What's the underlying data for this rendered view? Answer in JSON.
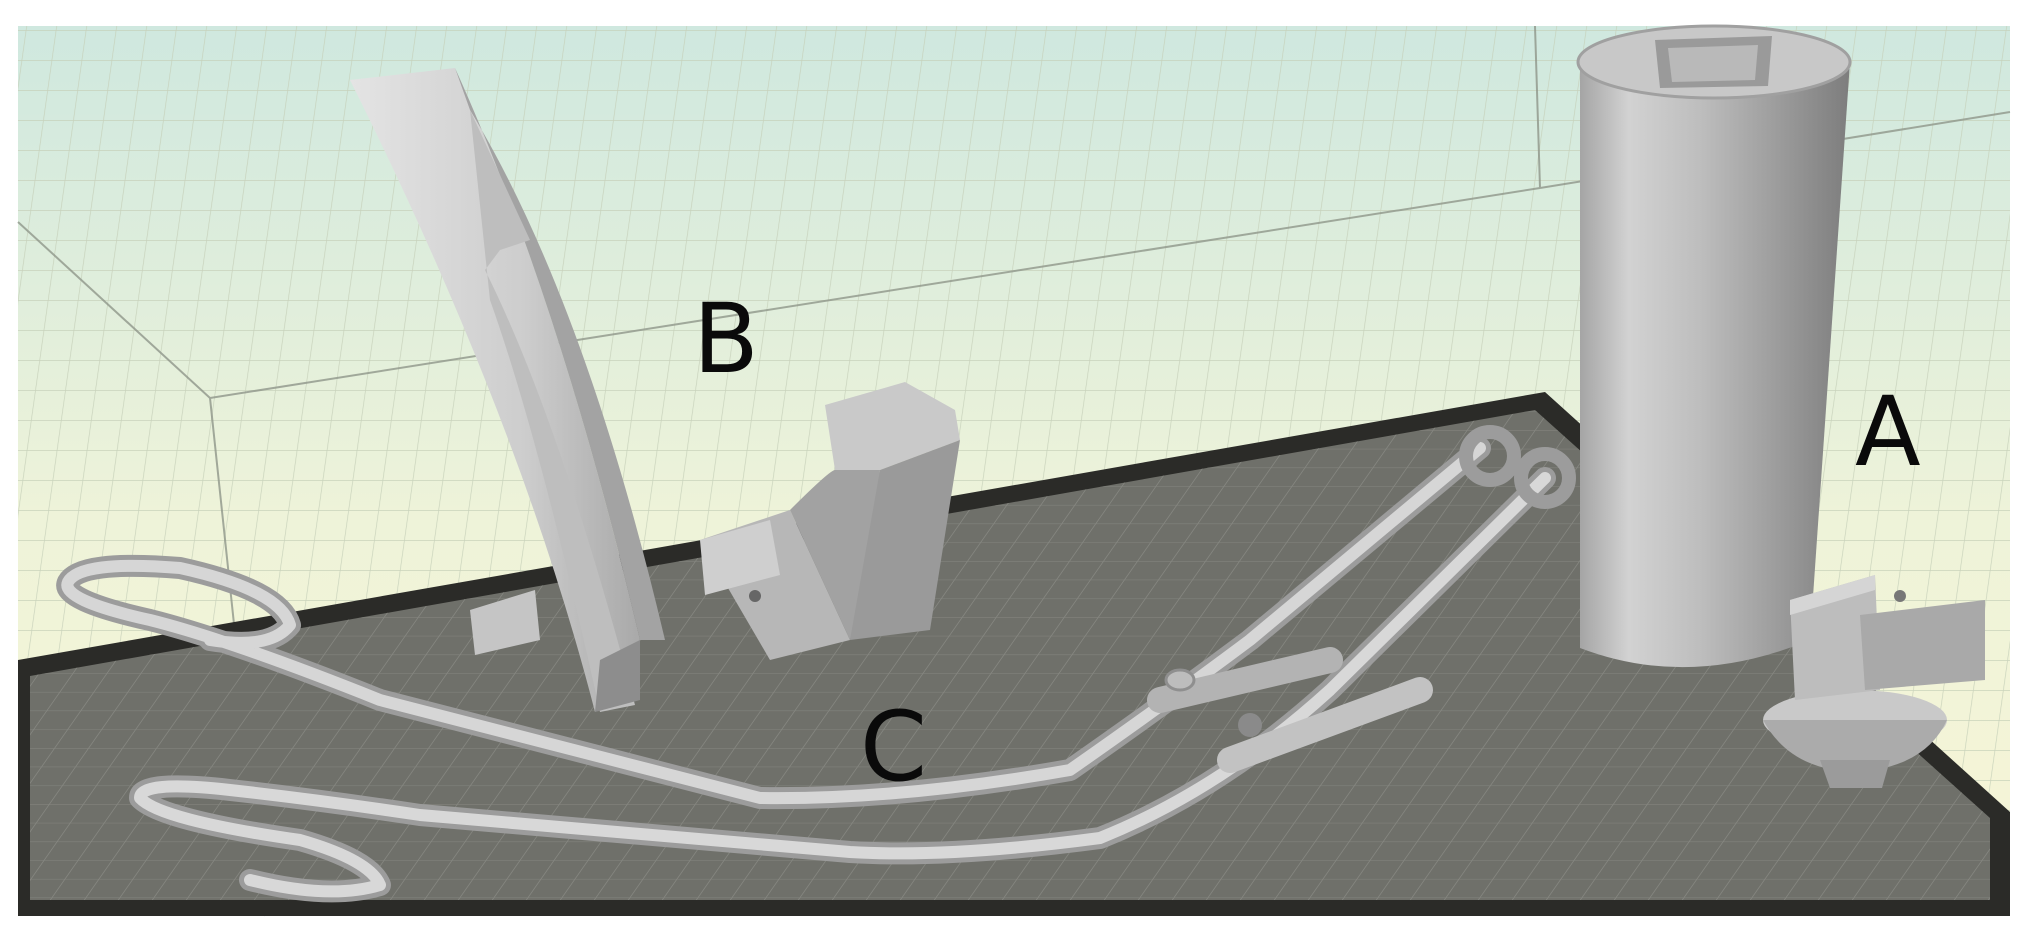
{
  "labels": {
    "part_a": "A",
    "part_b": "B",
    "part_c": "C"
  },
  "colors": {
    "sky_top": "#cfe8df",
    "sky_bottom": "#f3f6d8",
    "grid_line": "#c9d2bc",
    "bed_surface": "#6e6f69",
    "bed_border": "#2a2a27",
    "bed_grid": "#83847d",
    "part_light": "#d9d9d9",
    "part_mid": "#b3b3b3",
    "part_dark": "#8c8c8c"
  }
}
